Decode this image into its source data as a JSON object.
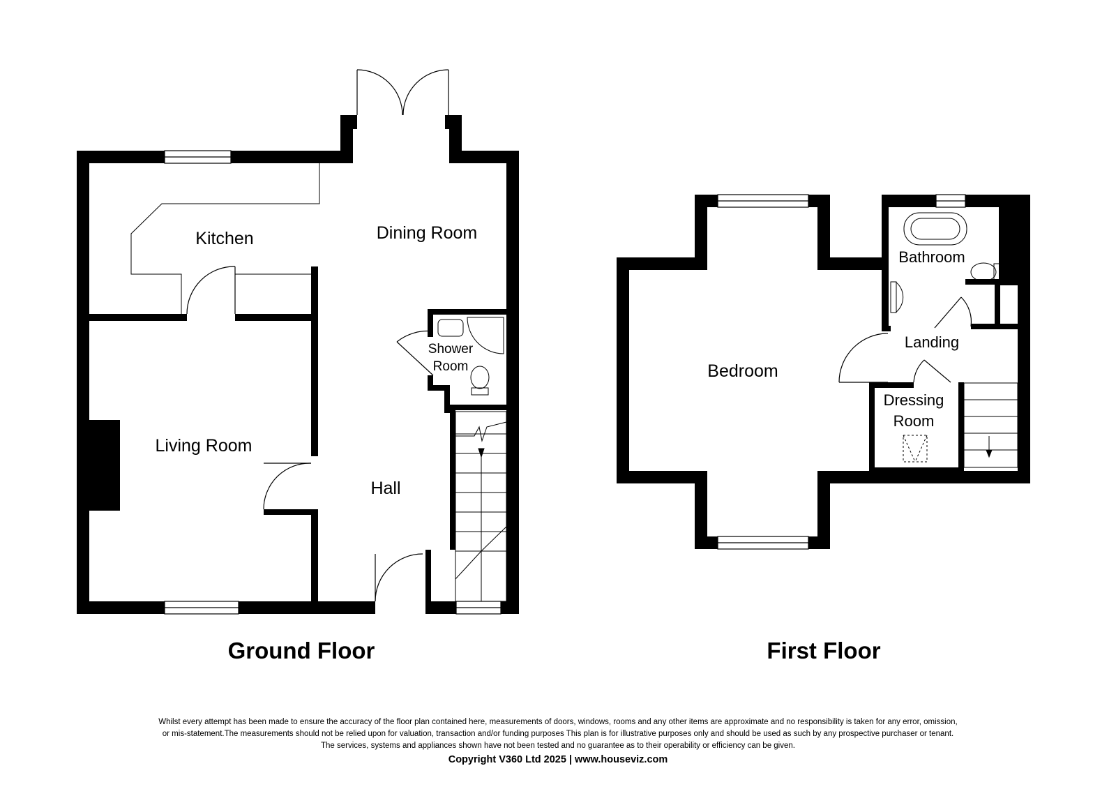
{
  "floors": [
    {
      "title": "Ground Floor",
      "rooms": [
        "Kitchen",
        "Dining Room",
        "Living Room",
        "Hall",
        "Shower",
        "Room"
      ]
    },
    {
      "title": "First Floor",
      "rooms": [
        "Bedroom",
        "Bathroom",
        "Landing",
        "Dressing",
        "Room"
      ]
    }
  ],
  "footer": {
    "disclaimer_lines": [
      "Whilst every attempt has been made to ensure the accuracy of the floor plan contained here, measurements of doors, windows, rooms and any other items are approximate and no responsibility is taken for any error, omission,",
      "or mis-statement.The measurements should not be relied upon for valuation, transaction and/or funding purposes This plan is for illustrative purposes only and should be used as such by any prospective purchaser or tenant.",
      "The services, systems and appliances shown have not been tested and no guarantee as to their operability or efficiency can be given."
    ],
    "copyright": "Copyright V360 Ltd 2025 | www.houseviz.com"
  }
}
